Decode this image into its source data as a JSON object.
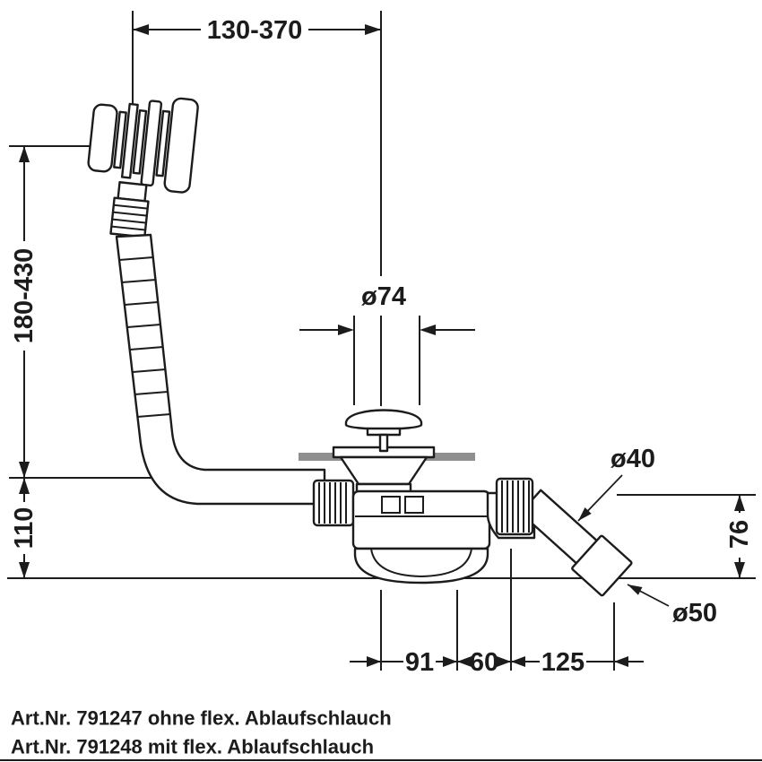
{
  "drawing": {
    "line_color": "#1c1c1c",
    "tub_color": "#8f8f8f",
    "dims": {
      "hose_length_range": "130-370",
      "hose_height_range": "180-430",
      "trap_height": "110",
      "plug_diameter": "ø74",
      "outlet_diameter": "ø40",
      "outlet_axis_height": "76",
      "sleeve_diameter": "ø50",
      "dist_center_to_elbow": "91",
      "dist_elbow_to_bend": "60",
      "dist_bend_to_outlet": "125"
    }
  },
  "footer": {
    "line1": "Art.Nr. 791247 ohne flex. Ablaufschlauch",
    "line2": "Art.Nr. 791248 mit flex. Ablaufschlauch"
  }
}
